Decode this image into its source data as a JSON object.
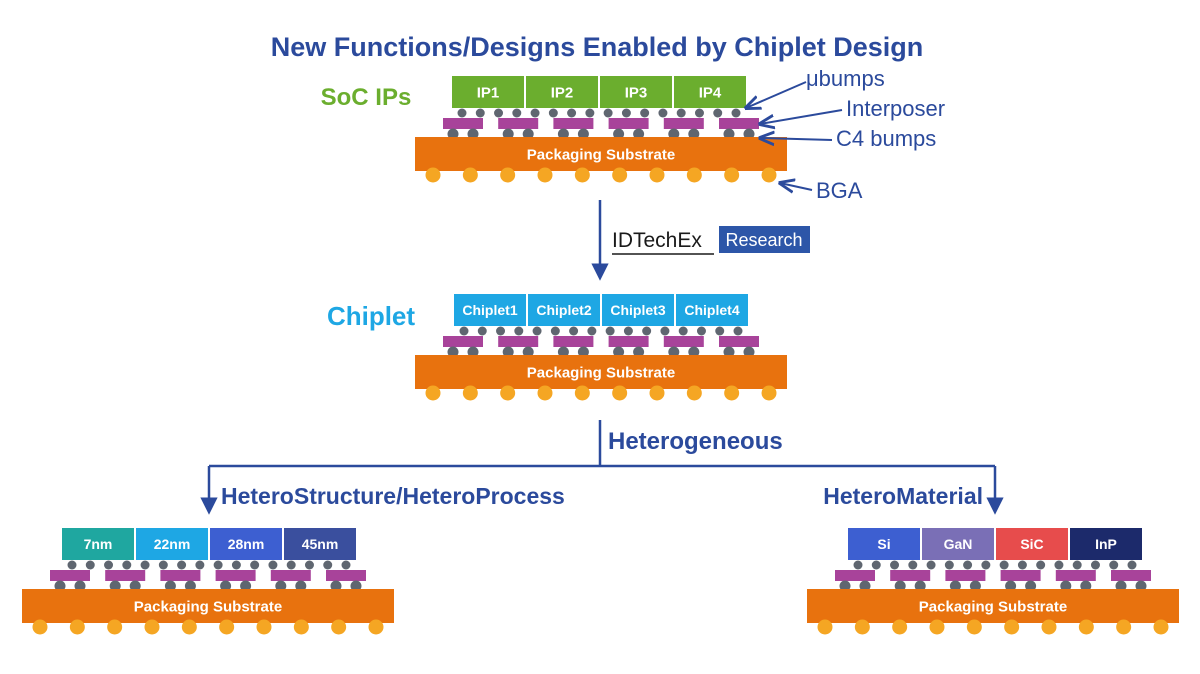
{
  "title": "New Functions/Designs Enabled by Chiplet Design",
  "colors": {
    "title": "#2b4a9c",
    "arrow": "#2b4a9c",
    "substrate": "#e8720e",
    "bga": "#f5a623",
    "interposer": "#a8439a",
    "bump": "#5f6670",
    "soc_green": "#6bae2e",
    "chiplet_blue": "#1ea7e4",
    "idtechex_box": "#2d56a8"
  },
  "soc": {
    "label": "SoC IPs",
    "dies": [
      "IP1",
      "IP2",
      "IP3",
      "IP4"
    ],
    "substrate_label": "Packaging Substrate",
    "callouts": {
      "ubumps": "μbumps",
      "interposer": "Interposer",
      "c4": "C4 bumps",
      "bga": "BGA"
    }
  },
  "logo": {
    "name": "IDTechEx",
    "suffix": "Research"
  },
  "chiplet": {
    "label": "Chiplet",
    "dies": [
      "Chiplet1",
      "Chiplet2",
      "Chiplet3",
      "Chiplet4"
    ],
    "substrate_label": "Packaging Substrate"
  },
  "heterogeneous": {
    "label": "Heterogeneous"
  },
  "hetero_structure": {
    "label": "HeteroStructure/HeteroProcess",
    "dies": [
      {
        "label": "7nm",
        "color": "#1fa7a0"
      },
      {
        "label": "22nm",
        "color": "#1ea7e4"
      },
      {
        "label": "28nm",
        "color": "#3d5fd1"
      },
      {
        "label": "45nm",
        "color": "#3a4f9e"
      }
    ],
    "substrate_label": "Packaging Substrate"
  },
  "hetero_material": {
    "label": "HeteroMaterial",
    "dies": [
      {
        "label": "Si",
        "color": "#3d5fd1"
      },
      {
        "label": "GaN",
        "color": "#7a6fb6"
      },
      {
        "label": "SiC",
        "color": "#e74c4c"
      },
      {
        "label": "InP",
        "color": "#1c2a6b"
      }
    ],
    "substrate_label": "Packaging Substrate"
  }
}
